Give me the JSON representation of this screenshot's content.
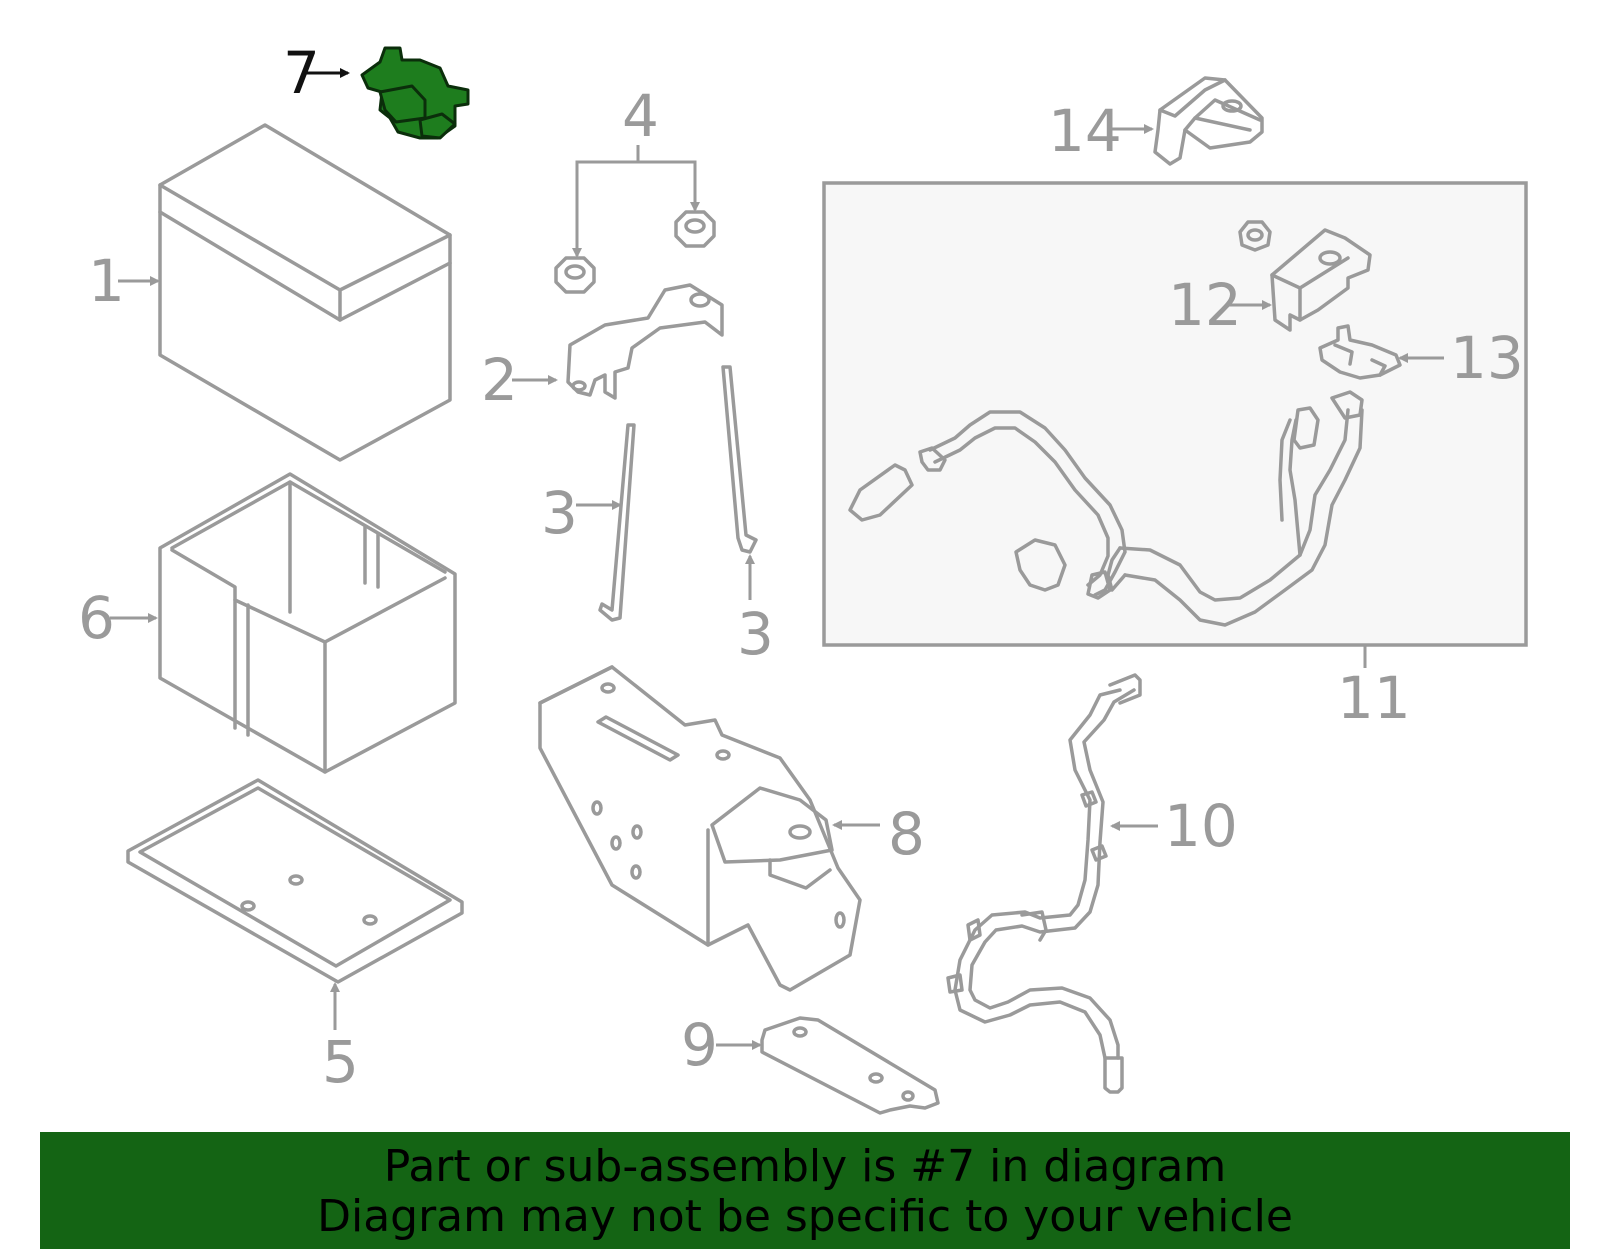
{
  "highlight_color": "#1e7d1e",
  "line_color": "#9a9a9a",
  "banner_color": "#146414",
  "callouts": {
    "c1": "1",
    "c2": "2",
    "c3a": "3",
    "c3b": "3",
    "c4": "4",
    "c5": "5",
    "c6": "6",
    "c7": "7",
    "c8": "8",
    "c9": "9",
    "c10": "10",
    "c11": "11",
    "c12": "12",
    "c13": "13",
    "c14": "14"
  },
  "banner": {
    "line1": "Part or sub-assembly is #7 in diagram",
    "line2": "Diagram may not be specific to your vehicle"
  }
}
